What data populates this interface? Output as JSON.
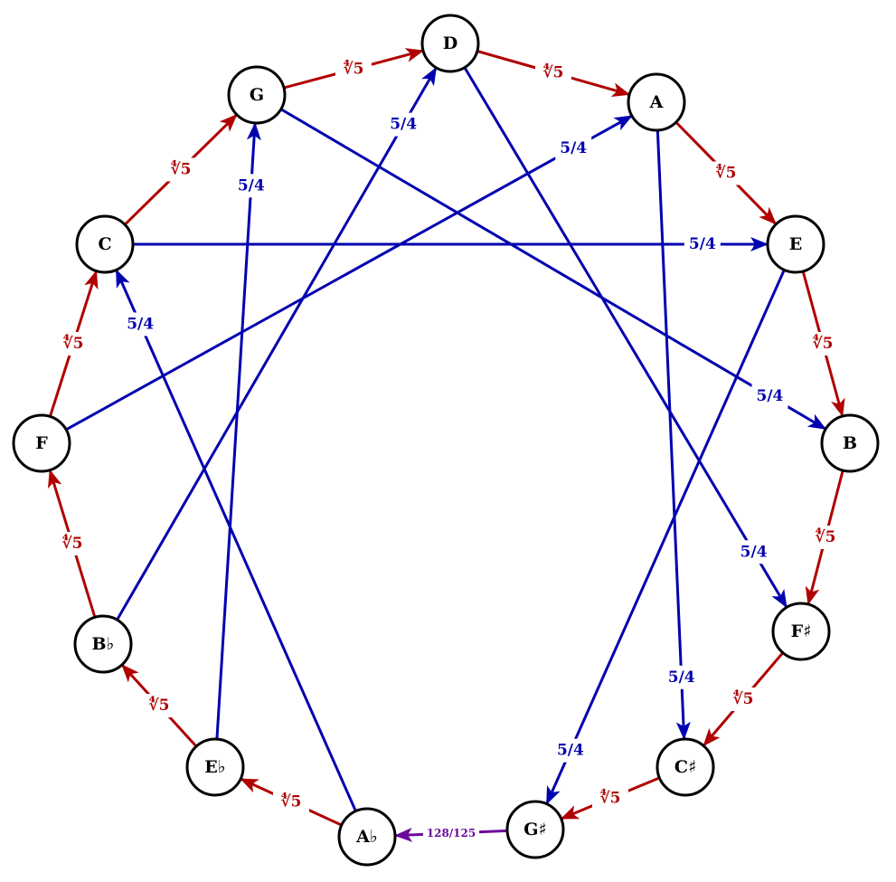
{
  "title": "Circle of fifths with meantone intervals",
  "colors": {
    "fifth": "#b00000",
    "third": "#0000b0",
    "diesis": "#6a0a9a"
  },
  "nodes": [
    {
      "id": "D",
      "label": "D"
    },
    {
      "id": "A",
      "label": "A"
    },
    {
      "id": "E",
      "label": "E"
    },
    {
      "id": "B",
      "label": "B"
    },
    {
      "id": "Fs",
      "label": "F♯"
    },
    {
      "id": "Cs",
      "label": "C♯"
    },
    {
      "id": "Gs",
      "label": "G♯"
    },
    {
      "id": "Ab",
      "label": "A♭"
    },
    {
      "id": "Eb",
      "label": "E♭"
    },
    {
      "id": "Bb",
      "label": "B♭"
    },
    {
      "id": "F",
      "label": "F"
    },
    {
      "id": "C",
      "label": "C"
    },
    {
      "id": "G",
      "label": "G"
    }
  ],
  "edges": [
    {
      "from": "C",
      "to": "G",
      "label": "∜5",
      "kind": "fifth"
    },
    {
      "from": "G",
      "to": "D",
      "label": "∜5",
      "kind": "fifth"
    },
    {
      "from": "D",
      "to": "A",
      "label": "∜5",
      "kind": "fifth"
    },
    {
      "from": "A",
      "to": "E",
      "label": "∜5",
      "kind": "fifth"
    },
    {
      "from": "E",
      "to": "B",
      "label": "∜5",
      "kind": "fifth"
    },
    {
      "from": "B",
      "to": "Fs",
      "label": "∜5",
      "kind": "fifth"
    },
    {
      "from": "Fs",
      "to": "Cs",
      "label": "∜5",
      "kind": "fifth"
    },
    {
      "from": "Cs",
      "to": "Gs",
      "label": "∜5",
      "kind": "fifth"
    },
    {
      "from": "Ab",
      "to": "Eb",
      "label": "∜5",
      "kind": "fifth"
    },
    {
      "from": "Eb",
      "to": "Bb",
      "label": "∜5",
      "kind": "fifth"
    },
    {
      "from": "Bb",
      "to": "F",
      "label": "∜5",
      "kind": "fifth"
    },
    {
      "from": "F",
      "to": "C",
      "label": "∜5",
      "kind": "fifth"
    },
    {
      "from": "Gs",
      "to": "Ab",
      "label": "128/125",
      "num": "128",
      "den": "125",
      "kind": "diesis"
    },
    {
      "from": "C",
      "to": "E",
      "label": "5/4",
      "kind": "third"
    },
    {
      "from": "G",
      "to": "B",
      "label": "5/4",
      "kind": "third"
    },
    {
      "from": "D",
      "to": "Fs",
      "label": "5/4",
      "kind": "third"
    },
    {
      "from": "A",
      "to": "Cs",
      "label": "5/4",
      "kind": "third"
    },
    {
      "from": "E",
      "to": "Gs",
      "label": "5/4",
      "kind": "third"
    },
    {
      "from": "Ab",
      "to": "C",
      "label": "5/4",
      "kind": "third"
    },
    {
      "from": "Eb",
      "to": "G",
      "label": "5/4",
      "kind": "third"
    },
    {
      "from": "Bb",
      "to": "D",
      "label": "5/4",
      "kind": "third"
    },
    {
      "from": "F",
      "to": "A",
      "label": "5/4",
      "kind": "third"
    }
  ]
}
